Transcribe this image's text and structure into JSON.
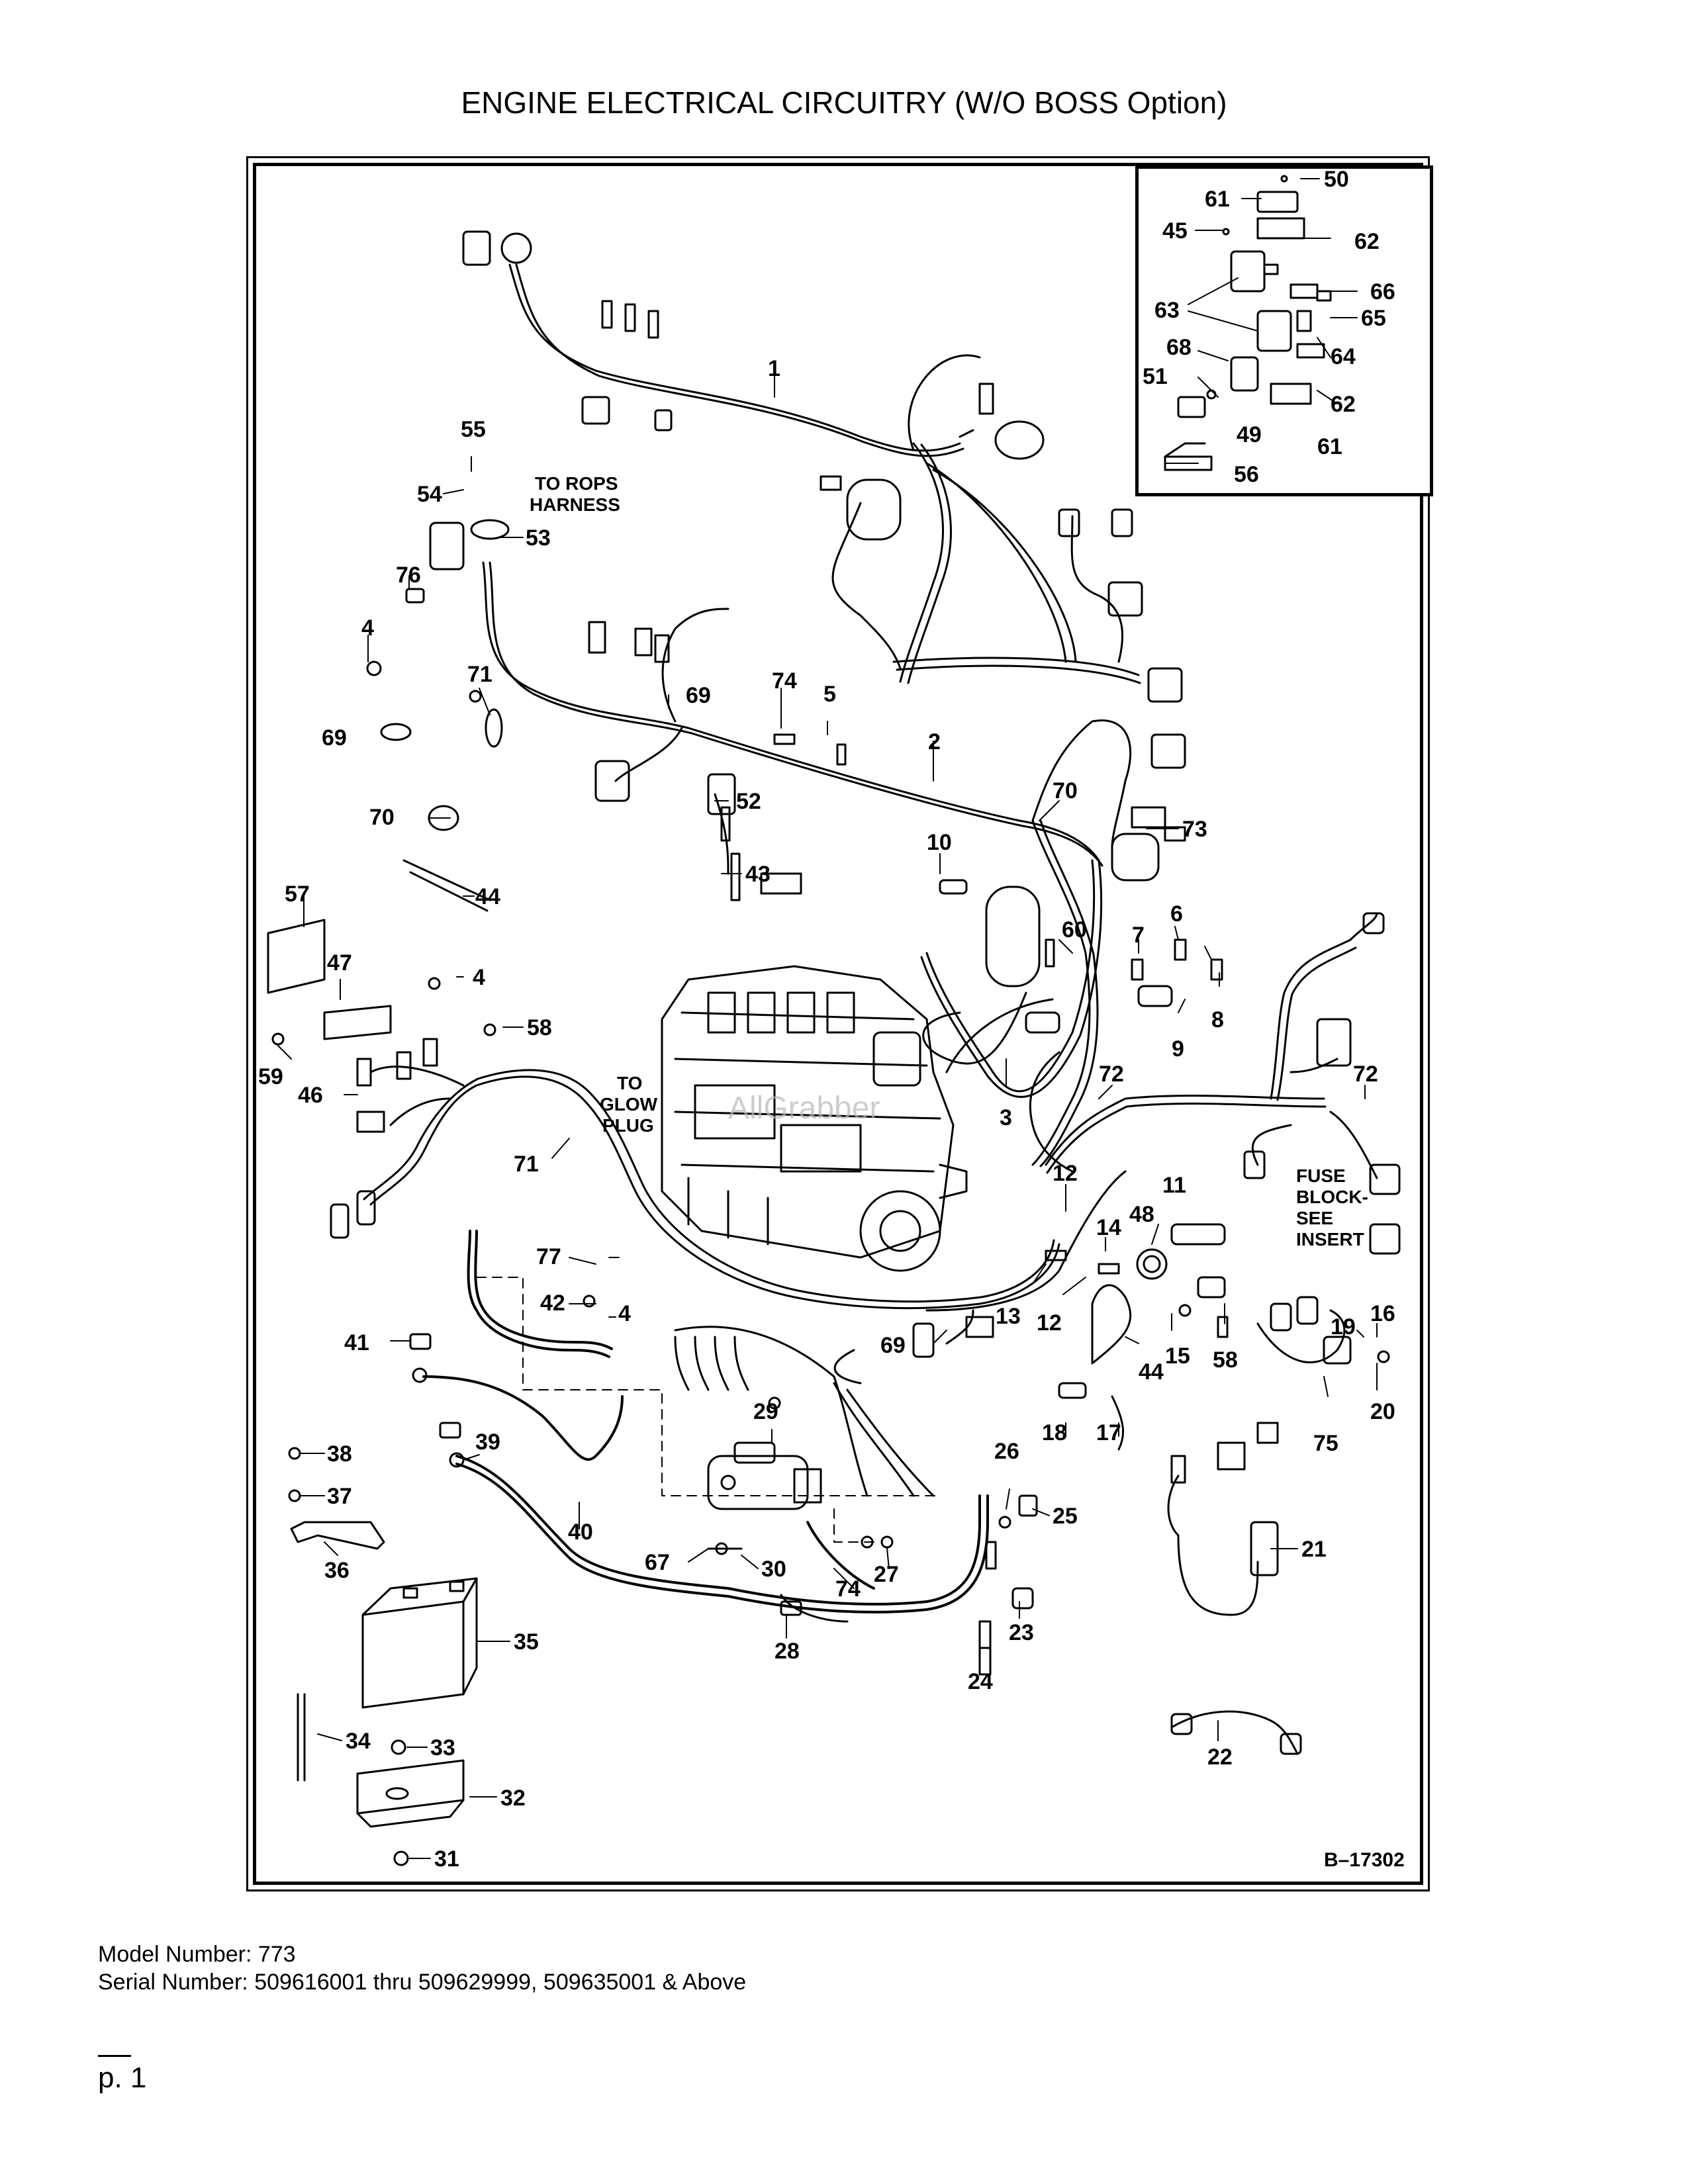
{
  "title": "ENGINE ELECTRICAL CIRCUITRY (W/O BOSS Option)",
  "diagram": {
    "drawing_number": "B–17302",
    "notes": {
      "to_rops_line1": "TO ROPS",
      "to_rops_line2": "HARNESS",
      "to_glow_line1": "TO",
      "to_glow_line2": "GLOW",
      "to_glow_line3": "PLUG",
      "fuse_line1": "FUSE",
      "fuse_line2": "BLOCK-",
      "fuse_line3": "SEE",
      "fuse_line4": "INSERT"
    },
    "watermark": "AllGrabber",
    "callouts": {
      "c50": "50",
      "c61a": "61",
      "c45": "45",
      "c62a": "62",
      "c66": "66",
      "c63": "63",
      "c65": "65",
      "c68": "68",
      "c64": "64",
      "c51": "51",
      "c62b": "62",
      "c49": "49",
      "c61b": "61",
      "c56": "56",
      "c1": "1",
      "c55": "55",
      "c54": "54",
      "c53": "53",
      "c76": "76",
      "c4a": "4",
      "c71a": "71",
      "c74a": "74",
      "c5": "5",
      "c69a": "69",
      "c69b": "69",
      "c2": "2",
      "c52": "52",
      "c70a": "70",
      "c73": "73",
      "c70b": "70",
      "c44a": "44",
      "c10": "10",
      "c43": "43",
      "c57": "57",
      "c60": "60",
      "c6": "6",
      "c47": "47",
      "c4b": "4",
      "c7": "7",
      "c58a": "58",
      "c8": "8",
      "c9": "9",
      "c59": "59",
      "c46": "46",
      "c3": "3",
      "c72a": "72",
      "c72b": "72",
      "c71b": "71",
      "c12a": "12",
      "c11": "11",
      "c48": "48",
      "c14": "14",
      "c77": "77",
      "c42": "42",
      "c4c": "4",
      "c13": "13",
      "c12b": "12",
      "c15": "15",
      "c58b": "58",
      "c16": "16",
      "c19": "19",
      "c69c": "69",
      "c44b": "44",
      "c41": "41",
      "c20": "20",
      "c18": "18",
      "c17": "17",
      "c75": "75",
      "c29": "29",
      "c38": "38",
      "c39": "39",
      "c26": "26",
      "c37": "37",
      "c40": "40",
      "c25": "25",
      "c36": "36",
      "c21": "21",
      "c67": "67",
      "c30": "30",
      "c27": "27",
      "c74b": "74",
      "c23": "23",
      "c28": "28",
      "c35": "35",
      "c24": "24",
      "c34": "34",
      "c33": "33",
      "c22": "22",
      "c32": "32",
      "c31": "31"
    }
  },
  "footer": {
    "model": "Model Number: 773",
    "serial": "Serial Number: 509616001 thru 509629999, 509635001 & Above",
    "page": "p. 1"
  }
}
